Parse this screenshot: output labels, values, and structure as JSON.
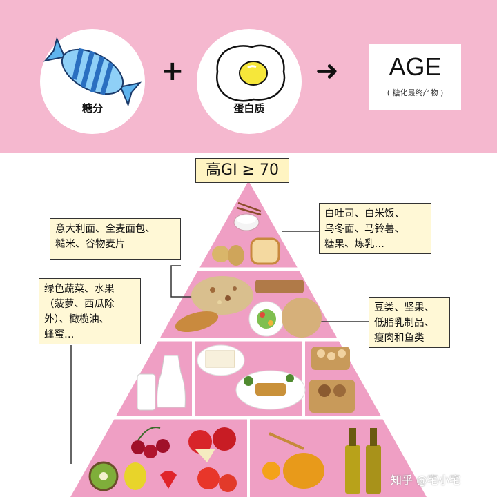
{
  "banner": {
    "sugar_label": "糖分",
    "plus": "+",
    "protein_label": "蛋白质",
    "arrow": "➜",
    "age_title": "AGE",
    "age_subtitle": "( 糖化最终产物 )"
  },
  "pyramid": {
    "threshold_label": "高GI ≥ 70",
    "notes": {
      "top_right": "白吐司、白米饭、\n乌冬面、马铃薯、\n糖果、炼乳…",
      "mid_left": "意大利面、全麦面包、\n糙米、谷物麦片",
      "low_left": "绿色蔬菜、水果\n（菠萝、西瓜除\n外）、橄榄油、\n蜂蜜…",
      "low_right": "豆类、坚果、\n低脂乳制品、\n瘦肉和鱼类"
    }
  },
  "watermark": "知乎 @宅小宅",
  "colors": {
    "banner": "#f5b8cf",
    "pyramid": "#ef9fc4",
    "pyramid_border": "#ffffff",
    "note_bg": "#fff8d6",
    "candy": "#5fb4ee",
    "egg_yolk": "#f6e73a"
  }
}
